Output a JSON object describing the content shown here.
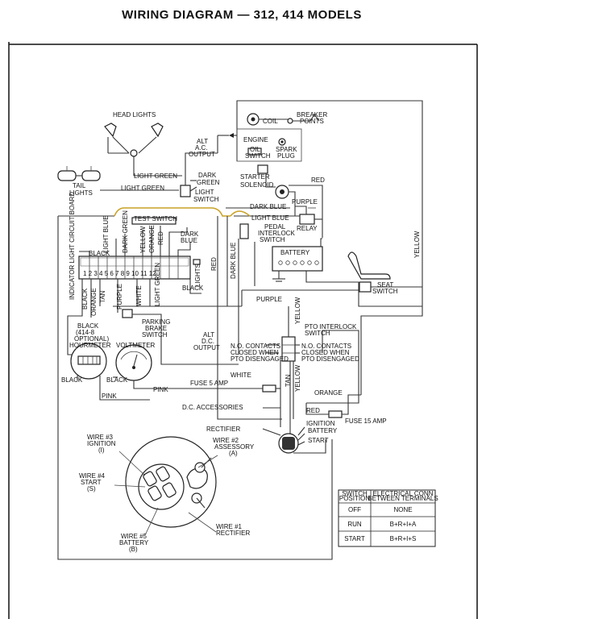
{
  "title": "WIRING DIAGRAM — 312, 414 MODELS",
  "labels": {
    "head_lights": "HEAD LIGHTS",
    "tail_lights_1": "TAIL",
    "tail_lights_2": "LIGHTS",
    "light_green_1": "LIGHT GREEN",
    "light_green_2": "LIGHT GREEN",
    "dark_green_1": "DARK",
    "dark_green_2": "GREEN",
    "light_switch_1": "LIGHT",
    "light_switch_2": "SWITCH",
    "alt_ac_1": "ALT",
    "alt_ac_2": "A.C.",
    "alt_ac_3": "OUTPUT",
    "coil": "COIL",
    "breaker_1": "BREAKER",
    "breaker_2": "POINTS",
    "engine": "ENGINE",
    "oil_1": "OIL",
    "oil_2": "SWITCH",
    "spark_1": "SPARK",
    "spark_2": "PLUG",
    "starter_1": "STARTER",
    "starter_2": "SOLENOID",
    "red_top": "RED",
    "purple_top": "PURPLE",
    "dark_blue_top": "DARK BLUE",
    "light_blue_mid": "LIGHT BLUE",
    "relay": "RELAY",
    "pedal_1": "PEDAL",
    "pedal_2": "INTERLOCK",
    "pedal_3": "SWITCH",
    "battery": "BATTERY",
    "yellow_right": "YELLOW",
    "seat_1": "SEAT",
    "seat_2": "SWITCH",
    "test_switch": "TEST SWITCH",
    "light_blue_v": "LIGHT BLUE",
    "dark_green_v": "DARK GREEN",
    "yellow_v": "YELLOW",
    "orange_v": "ORANGE",
    "red_v": "RED",
    "dark_blue_side_1": "DARK",
    "dark_blue_side_2": "BLUE",
    "black_top": "BLACK",
    "indicator_board": "INDICATOR LIGHT CIRCUIT BOARD",
    "terminals": "1 2 3 4 5 6 7 8 9 10 11 12",
    "lights_v": "LIGHTS",
    "black_right": "BLACK",
    "red_right_v": "RED",
    "dark_blue_v": "DARK BLUE",
    "black_v": "BLACK",
    "orange_v2": "ORANGE",
    "tan_v": "TAN",
    "purple_v": "PURPLE",
    "white_v": "WHITE",
    "light_green_v": "LIGHT GREEN",
    "purple_mid": "PURPLE",
    "yellow_mid_v": "YELLOW",
    "pto_1": "PTO INTERLOCK",
    "pto_2": "SWITCH",
    "parking_1": "PARKING",
    "parking_2": "BRAKE",
    "parking_3": "SWITCH",
    "black_414_1": "BLACK",
    "black_414_2": "(414-8",
    "black_414_3": "OPTIONAL)",
    "hourmeter": "HOURMETER",
    "voltmeter": "VOLTMETER",
    "alt_dc_1": "ALT",
    "alt_dc_2": "D.C.",
    "alt_dc_3": "OUTPUT",
    "no_left_1": "N.O. CONTACTS",
    "no_left_2": "CLOSED WHEN",
    "no_left_3": "PTO DISENGAGED",
    "no_right_1": "N.O. CONTACTS",
    "no_right_2": "CLOSED WHEN",
    "no_right_3": "PTO DISENGAGED",
    "black_h1": "BLACK",
    "black_h2": "BLACK",
    "white_h": "WHITE",
    "tan_v2": "TAN",
    "yellow_v3": "YELLOW",
    "pink_1": "PINK",
    "pink_2": "PINK",
    "fuse5": "FUSE 5 AMP",
    "orange_h": "ORANGE",
    "dc_acc": "D.C. ACCESSORIES",
    "red_low": "RED",
    "ignition": "IGNITION",
    "battery_t": "BATTERY",
    "start_t": "START",
    "fuse15": "FUSE 15 AMP",
    "rectifier_t": "RECTIFIER",
    "w3_1": "WIRE #3",
    "w3_2": "IGNITION",
    "w3_3": "(I)",
    "w2_1": "WIRE #2",
    "w2_2": "ASSESSORY",
    "w2_3": "(A)",
    "w4_1": "WIRE #4",
    "w4_2": "START",
    "w4_3": "(S)",
    "w5_1": "WIRE #5",
    "w5_2": "BATTERY",
    "w5_3": "(B)",
    "w1_1": "WIRE #1",
    "w1_2": "RECTIFIER"
  },
  "switch_table": {
    "header": [
      "SWITCH POSITION",
      "ELECTRICAL CONN BETWEEN TERMINALS"
    ],
    "rows": [
      [
        "OFF",
        "NONE"
      ],
      [
        "RUN",
        "B+R+I+A"
      ],
      [
        "START",
        "B+R+I+S"
      ]
    ]
  },
  "colors": {
    "wire": "#333333",
    "yellow_wire": "#c9a227"
  }
}
